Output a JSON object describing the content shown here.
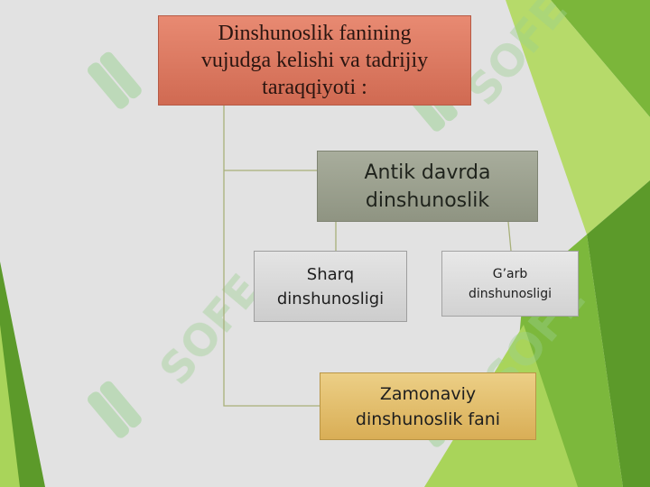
{
  "colors": {
    "background": "#e2e2e2",
    "green_dark": "#5c9a2a",
    "green_mid": "#7bb63a",
    "green_light": "#a9d45a",
    "connector": "#a8b07a",
    "title_box": "#dc7a62",
    "antik_box": "#9ca08f",
    "sharq_box": "#d8d8d8",
    "garb_box": "#dcdcdc",
    "zamonaviy_box": "#e3bf6e"
  },
  "watermark": {
    "icon": "sofe-logo-icon",
    "text": "SOFE"
  },
  "diagram": {
    "title": "Dinshunoslik fanining\nvujudga kelishi va tadrijiy\ntaraqqiyoti :",
    "antik": "Antik davrda\ndinshunoslik",
    "sharq": "Sharq\ndinshunosligi",
    "garb": "G’arb\ndinshunosligi",
    "zamonaviy": "Zamonaviy\ndinshunoslik fani"
  }
}
